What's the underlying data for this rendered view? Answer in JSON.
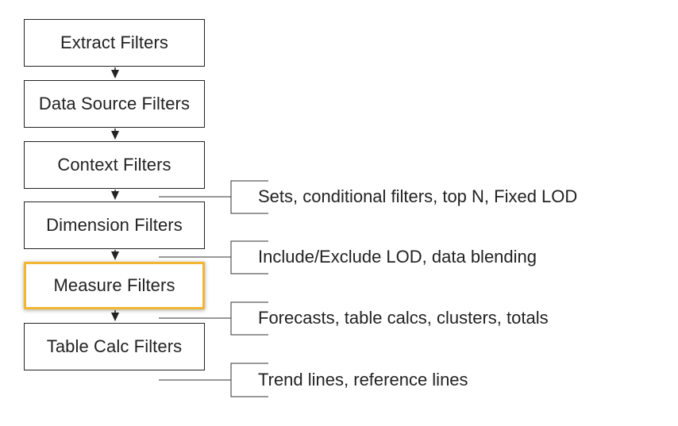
{
  "stages": [
    {
      "label": "Extract Filters",
      "highlighted": false
    },
    {
      "label": "Data Source Filters",
      "highlighted": false
    },
    {
      "label": "Context Filters",
      "highlighted": false
    },
    {
      "label": "Dimension Filters",
      "highlighted": false
    },
    {
      "label": "Measure Filters",
      "highlighted": true
    },
    {
      "label": "Table Calc Filters",
      "highlighted": false
    }
  ],
  "annotations": [
    {
      "text": "Sets, conditional filters, top N, Fixed LOD"
    },
    {
      "text": "Include/Exclude LOD, data blending"
    },
    {
      "text": "Forecasts, table calcs, clusters, totals"
    },
    {
      "text": "Trend lines, reference lines"
    }
  ],
  "colors": {
    "line": "#222222",
    "highlight": "#f2b632"
  }
}
